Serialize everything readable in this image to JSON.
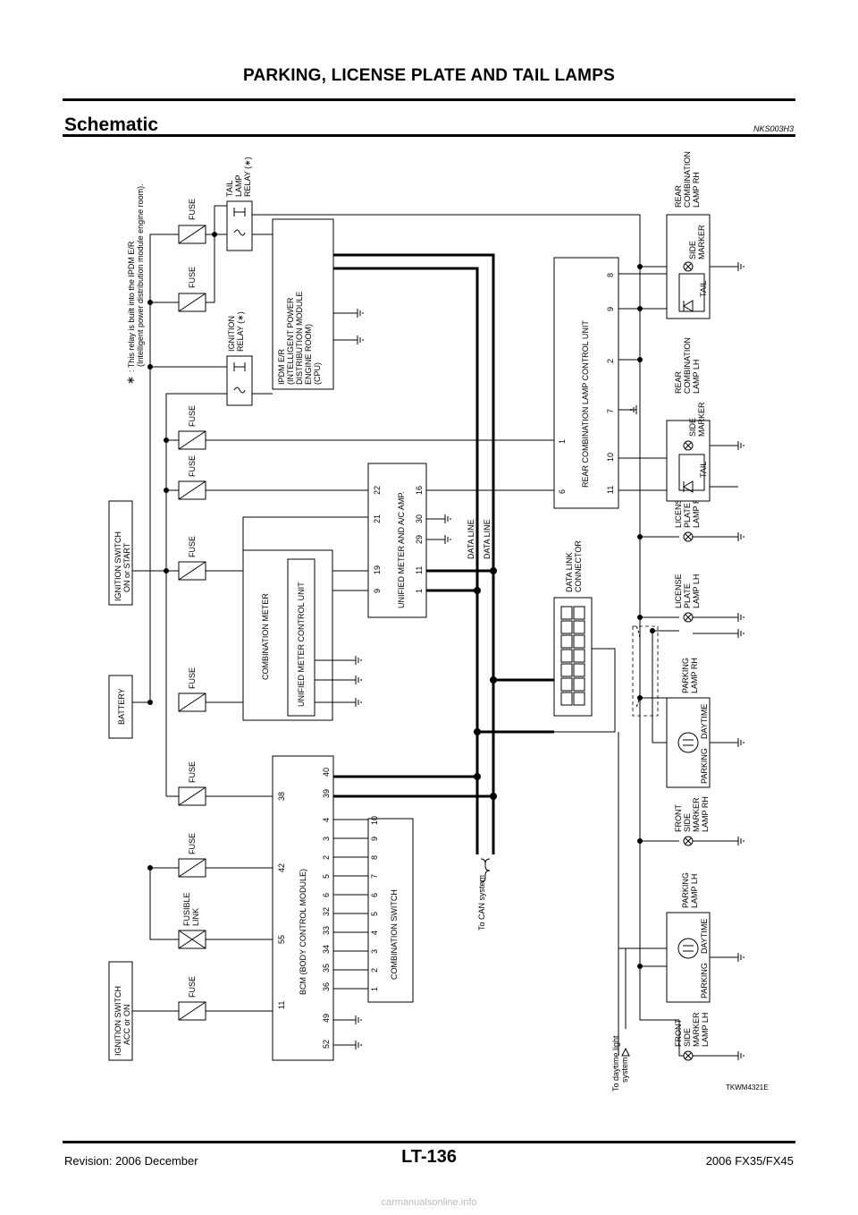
{
  "header": {
    "title": "PARKING, LICENSE PLATE AND TAIL LAMPS"
  },
  "section": {
    "title": "Schematic",
    "code": "NKS003H3"
  },
  "footer": {
    "revision": "Revision: 2006 December",
    "page": "LT-136",
    "model": "2006 FX35/FX45"
  },
  "watermark": "carmanualsonline.info",
  "diagram": {
    "figure_id": "TKWM4321E",
    "note_star": "∗",
    "note_line1": ": This relay is built into the IPDM E/R",
    "note_line2": "(Intelligent power distribution module engine room).",
    "power": {
      "ign_acc": [
        "IGNITION SWITCH",
        "ACC or ON"
      ],
      "battery": "BATTERY",
      "ign_start": [
        "IGNITION SWITCH",
        "ON or START"
      ]
    },
    "fuse_label": "FUSE",
    "fusible_link": [
      "FUSIBLE",
      "LINK"
    ],
    "relays": {
      "tail": [
        "TAIL",
        "LAMP",
        "RELAY (∗)"
      ],
      "ignition": [
        "IGNITION",
        "RELAY (∗)"
      ]
    },
    "ipdm": [
      "IPDM E/R",
      "(INTELLIGENT POWER",
      "DISTRIBUTION MODULE",
      "ENGINE ROOM)",
      "(CPU)"
    ],
    "bcm": {
      "name": "BCM (BODY CONTROL MODULE)",
      "top_pins": [
        "11",
        "55",
        "42",
        "38"
      ],
      "bottom_pins": [
        "52",
        "49",
        "36",
        "35",
        "34",
        "33",
        "32",
        "6",
        "5",
        "2",
        "3",
        "4",
        "39",
        "40"
      ]
    },
    "combination_switch": {
      "name": "COMBINATION SWITCH",
      "pins": [
        "1",
        "2",
        "3",
        "4",
        "5",
        "6",
        "7",
        "8",
        "9",
        "10"
      ]
    },
    "combination_meter": {
      "name": "COMBINATION METER",
      "unit": "UNIFIED METER CONTROL UNIT"
    },
    "unified_meter_ac": {
      "name": "UNIFIED METER AND A/C AMP.",
      "top_pins": [
        "9",
        "19",
        "21",
        "22"
      ],
      "bottom_pins": [
        "1",
        "11",
        "29",
        "30",
        "16"
      ]
    },
    "data_lines": [
      "DATA LINE",
      "DATA LINE"
    ],
    "can_label": "To CAN system",
    "dlc": [
      "DATA LINK",
      "CONNECTOR"
    ],
    "rear_control_unit": {
      "name": "REAR COMBINATION LAMP CONTROL UNIT",
      "top_pins": [
        "6",
        "1"
      ],
      "bottom_pins": [
        "11",
        "10",
        "7",
        "2",
        "9",
        "8"
      ]
    },
    "daytime_label": [
      "To daytime light",
      "system"
    ],
    "lamps": {
      "front_side_marker_lh": [
        "FRONT",
        "SIDE",
        "MARKER",
        "LAMP LH"
      ],
      "parking_lamp_lh": [
        "PARKING",
        "LAMP LH"
      ],
      "front_side_marker_rh": [
        "FRONT",
        "SIDE",
        "MARKER",
        "LAMP RH"
      ],
      "parking_lamp_rh": [
        "PARKING",
        "LAMP RH"
      ],
      "parking_word": "PARKING",
      "daytime_word": "DAYTIME",
      "license_lh": [
        "LICENSE",
        "PLATE",
        "LAMP LH"
      ],
      "license_rh": [
        "LICENSE",
        "PLATE",
        "LAMP RH"
      ],
      "rear_lh": [
        "REAR",
        "COMBINATION",
        "LAMP LH"
      ],
      "rear_rh": [
        "REAR",
        "COMBINATION",
        "LAMP RH"
      ],
      "side_marker": [
        "SIDE",
        "MARKER"
      ],
      "tail_word": "TAIL"
    }
  }
}
